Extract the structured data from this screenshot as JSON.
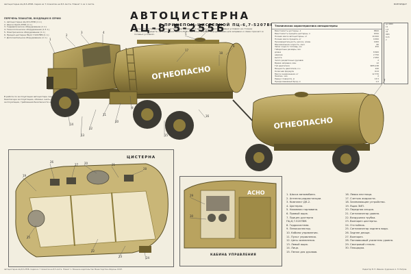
{
  "header": {
    "top_left": "Автоцистерна АЦ-8,5-255Б. Серия из 7 плакатов на 8,5 листа. Плакат 1 из 1 листа.",
    "top_right": "ВОЕНИЗДАТ",
    "title": "АВТОЦИСТЕРНА АЦ-8,5-255Б",
    "subtitle": "С ПРИЦЕПОМ-ЦИСТЕРНОЙ ПЦ-6,7-5207ВМ",
    "intro": "Автоцистерна предназначена для транспортирования и заправки горючего в полевых условиях на стоянке технических средств. Автоцистерна АЦ-8,5-255Б с дополнительным оборудованием для заправки и слива горючего в полевых условиях."
  },
  "left_list": {
    "header": "ПЕРЕЧЕНЬ ПЛАКАТОВ, ВХОДЯЩИХ В СЕРИЮ",
    "items": [
      "1. Автоцистерна АЦ-8,5-255Б (1 л.)",
      "2. Шасси КрАЗ-255Б (1 л.)",
      "3. Гидравлическое оборудование (1 л.)",
      "4. Технологическое оборудование (1,5 л.)",
      "5. Электрическое оборудование (1 л.)",
      "6. Прицеп-цистерна ПЦ-6,7-5207ВМ (1 л.)",
      "7. Дополнительное оборудование (1 л.)"
    ]
  },
  "left_note": "В работе по эксплуатации автоцистерн лицо, ответственное за его безопасную эксплуатацию, обязано знать ее устройство, правила эксплуатации, требования безопасности и пожарной безопасности.",
  "spec_table": {
    "header": "Техническая характеристика автоцистерны",
    "rows": [
      [
        "Вместимость цистерны, л",
        "8500"
      ],
      [
        "Вместимость прицепа-цистерны, л",
        "6700"
      ],
      [
        "Полная масса автоцистерны, кг",
        "19 400"
      ],
      [
        "Полная масса прицепа, кг",
        "9 650"
      ],
      [
        "Производительность насоса, л/мин",
        "1000"
      ],
      [
        "Максимальная скорость, км/ч",
        "60"
      ],
      [
        "Запас хода по топливу, км",
        "450"
      ],
      [
        "Габаритные размеры, мм:",
        ""
      ],
      [
        "длина",
        "8 600"
      ],
      [
        "ширина",
        "2 750"
      ],
      [
        "высота",
        "2 950"
      ],
      [
        "Число раздаточных рукавов",
        "2"
      ],
      [
        "Время заправки, мин",
        "12"
      ],
      [
        "Тип двигателя",
        "ЯМЗ-238"
      ],
      [
        "Мощность двигателя, л.с.",
        "240"
      ],
      [
        "Колесная формула",
        "6×6"
      ],
      [
        "Масса снаряженная, кг",
        "12 370"
      ],
      [
        "Экипаж, чел.",
        "2"
      ],
      [
        "Радиус поворота, м",
        "13,5"
      ],
      [
        "Преодолеваемый брод, м",
        "1,0"
      ]
    ]
  },
  "spec_stub": [
    "до 9000",
    "12",
    "1,8",
    "24",
    "ЯМЗ",
    "6×6",
    "2"
  ],
  "tank_panel": {
    "label": "ЦИСТЕРНА"
  },
  "cab_panel": {
    "label": "КАБИНА УПРАВЛЕНИЯ"
  },
  "side_text": {
    "truck": "ОГНЕОПАСНО",
    "trailer": "ОГНЕОПАСНО",
    "cab_tag": "АСНО"
  },
  "parts_list": {
    "col1": [
      "1. Шасси автомобиля.",
      "2. Антенна радиостанции.",
      "3. Комплект ДК-2.",
      "4. Цистерна.",
      "5. Наливная горловина.",
      "6. Правый ящик.",
      "7. Прицеп-цистерна",
      "   ПЦ-6,7-5207ВМ.",
      "8. Гидросистема.",
      "9. Пеноколлектор.",
      "10. Кабина управления.",
      "11. Пульт управления.",
      "12. Цепь заземления.",
      "13. Левый ящик.",
      "14. Лицо.",
      "15. Пенал для рукавов."
    ],
    "col2": [
      "16. Левая лестница.",
      "17. Счетчик жидкости.",
      "18. Заземляющее устройство.",
      "19. Ящик ЗИП.",
      "20. Передняя секция.",
      "21. Сигнализатор уровня.",
      "22. Воздушная трубка.",
      "23. Волнорез цистерны.",
      "24. Отстойник.",
      "25. Сигнализатор заднего вида.",
      "26. Заднее днище.",
      "27. Волнорез.",
      "28. Поплавковый указатель уровня.",
      "29. Смотровой стекло.",
      "30. Площадка."
    ]
  },
  "callouts": {
    "truck": [
      "1",
      "2",
      "3",
      "4",
      "5",
      "6",
      "7",
      "8",
      "9",
      "10",
      "11",
      "12",
      "13",
      "14",
      "15",
      "16",
      "17",
      "18"
    ],
    "tank": [
      "19",
      "20",
      "21",
      "22",
      "23",
      "24",
      "25",
      "26",
      "27",
      "28"
    ],
    "cab": [
      "29",
      "30"
    ]
  },
  "footer": {
    "left": "Автоцистерна АЦ-8,5-255Б. Серия из 7 плакатов на 8,5 листа. Плакат 1. Военное издательство Министерства обороны СССР.",
    "right": "Редактор В. Н. Иванов. Художник А. Н. Петров."
  },
  "colors": {
    "olive": "#a8944e",
    "olive_dark": "#7d6c33",
    "olive_light": "#c7b46e",
    "wheel": "#3c3a33",
    "paper": "#f6f2e6"
  }
}
